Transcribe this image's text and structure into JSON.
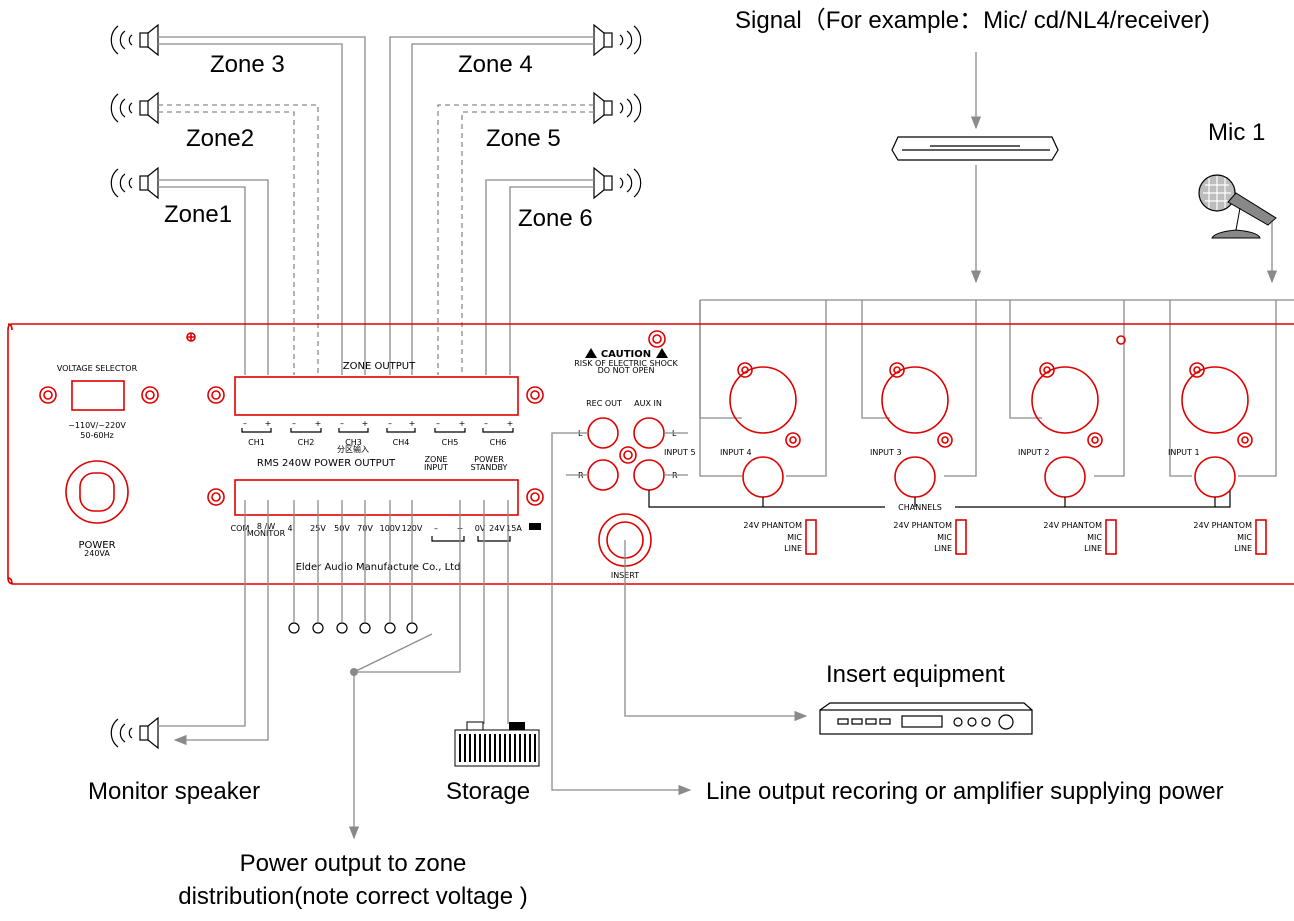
{
  "labels": {
    "zone3": "Zone 3",
    "zone2": "Zone2",
    "zone1": "Zone1",
    "zone4": "Zone 4",
    "zone5": "Zone 5",
    "zone6": "Zone 6",
    "signal": "Signal（For example：Mic/ cd/NL4/receiver)",
    "mic1": "Mic 1",
    "insert_equipment": "Insert equipment",
    "line_output": "Line output recoring or amplifier supplying power",
    "monitor_speaker": "Monitor speaker",
    "storage": "Storage",
    "power_output_1": "Power output to zone",
    "power_output_2": "distribution(note correct voltage )"
  },
  "panel": {
    "voltage_selector": "VOLTAGE SELECTOR",
    "voltage_range": "~110V/~220V",
    "frequency": "50-60Hz",
    "power": "POWER",
    "power_va": "240VA",
    "zone_output": "ZONE  OUTPUT",
    "rms_output": "RMS 240W POWER  OUTPUT",
    "channels": [
      "CH1",
      "CH2",
      "CH3",
      "CH4",
      "CH5",
      "CH6"
    ],
    "ch3_sub": "分区输入",
    "zone_input": [
      "ZONE",
      "INPUT"
    ],
    "power_standby": [
      "POWER",
      "STANDBY"
    ],
    "taps": [
      "COM",
      "4",
      "25V",
      "50V",
      "70V",
      "100V",
      "120V"
    ],
    "monitor_tap": [
      "8  /W",
      "MONITOR"
    ],
    "standby_terms": [
      "0V",
      "24V",
      "15A"
    ],
    "company": "Elder Audio Manufacture Co., Ltd",
    "caution": "CAUTION",
    "caution_line1": "RISK OF ELECTRIC SHOCK",
    "caution_line2": "DO NOT OPEN",
    "rec_out": "REC OUT",
    "aux_in": "AUX IN",
    "lr": [
      "L",
      "R"
    ],
    "input5": "INPUT  5",
    "inputs": [
      "INPUT  4",
      "INPUT  3",
      "INPUT  2",
      "INPUT  1"
    ],
    "channels_bus": "CHANNELS",
    "phantom": "24V  PHANTOM",
    "mic": "MIC",
    "line": "LINE",
    "insert": "INSERT",
    "minus": "–",
    "plus": "+"
  },
  "colors": {
    "panel": "#e00000",
    "wire": "#8a8a8a",
    "text": "#000000"
  }
}
